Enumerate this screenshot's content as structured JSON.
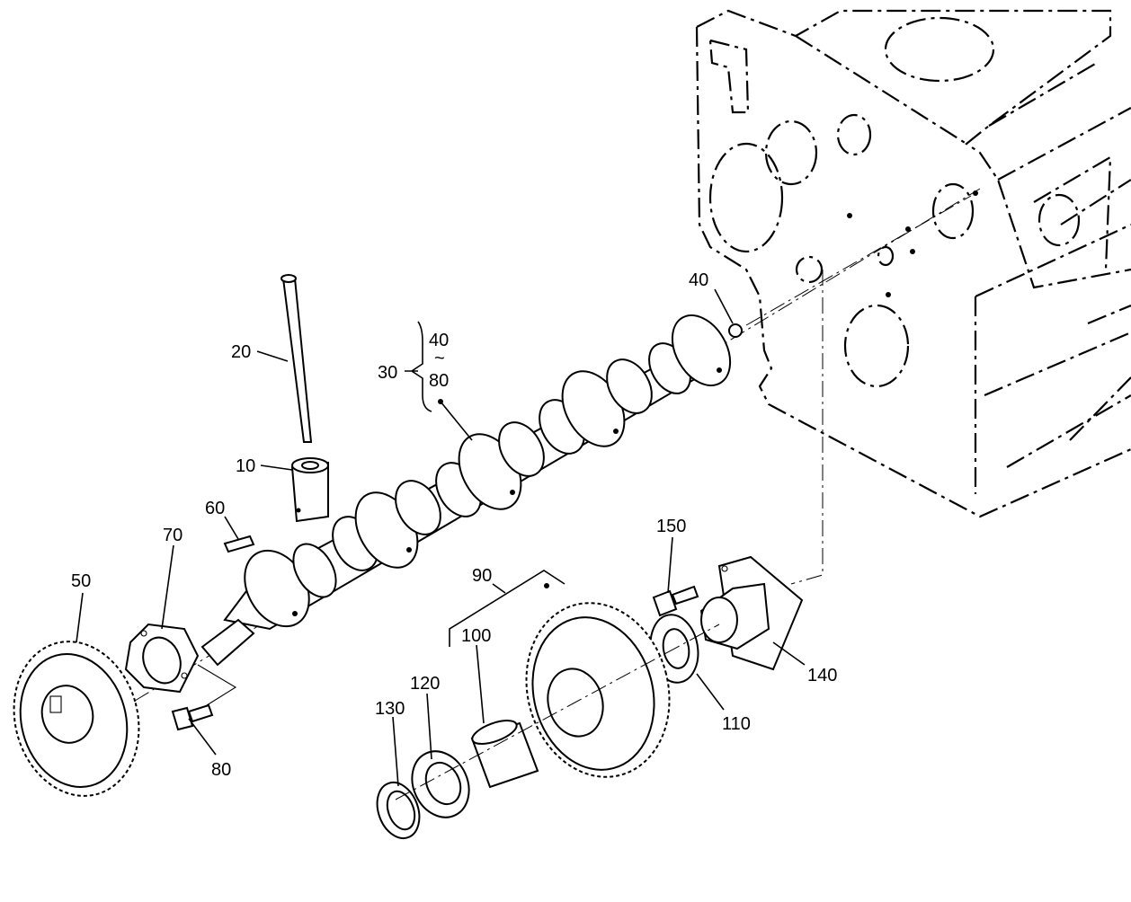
{
  "diagram": {
    "callouts": [
      {
        "id": "10",
        "text": "10"
      },
      {
        "id": "20",
        "text": "20"
      },
      {
        "id": "30",
        "text": "30"
      },
      {
        "id": "30-range-top",
        "text": "40"
      },
      {
        "id": "30-range-sep",
        "text": "~"
      },
      {
        "id": "30-range-bottom",
        "text": "80"
      },
      {
        "id": "40",
        "text": "40"
      },
      {
        "id": "50",
        "text": "50"
      },
      {
        "id": "60",
        "text": "60"
      },
      {
        "id": "70",
        "text": "70"
      },
      {
        "id": "80",
        "text": "80"
      },
      {
        "id": "90",
        "text": "90"
      },
      {
        "id": "100",
        "text": "100"
      },
      {
        "id": "110",
        "text": "110"
      },
      {
        "id": "120",
        "text": "120"
      },
      {
        "id": "130",
        "text": "130"
      },
      {
        "id": "140",
        "text": "140"
      },
      {
        "id": "150",
        "text": "150"
      }
    ]
  }
}
